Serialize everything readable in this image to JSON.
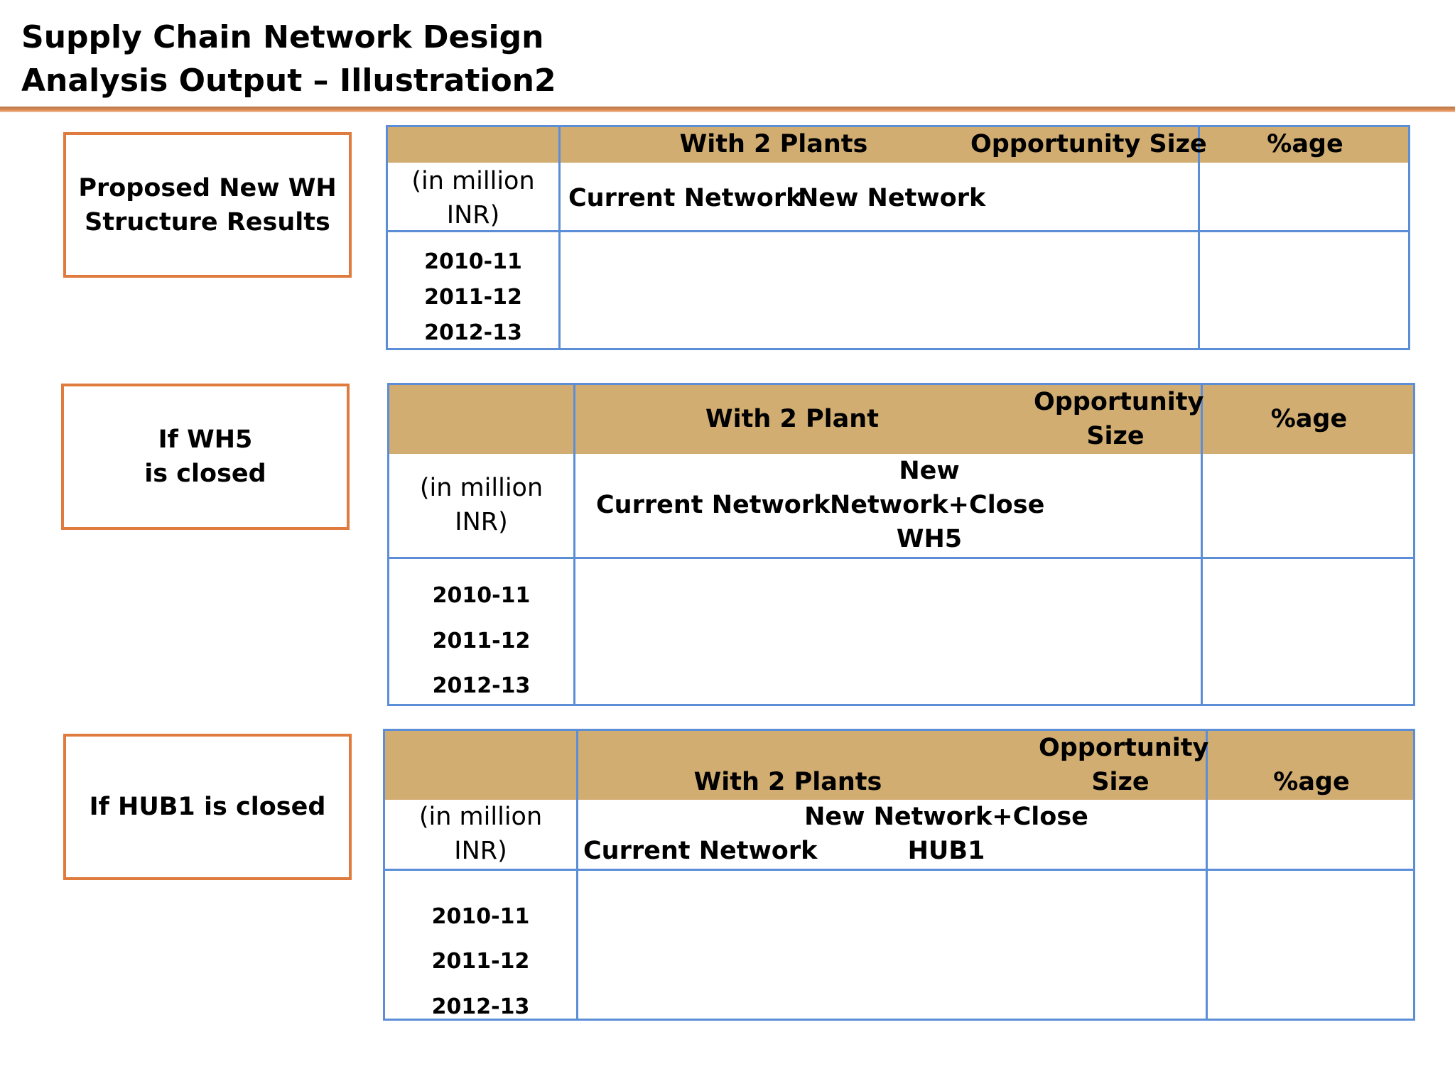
{
  "title": {
    "line1": "Supply Chain Network Design",
    "line2": "Analysis Output – Illustration2"
  },
  "sections": [
    {
      "label": "Proposed New WH\nStructure Results",
      "header": {
        "scenario": "With  2 Plants",
        "opportunity": "Opportunity Size",
        "percent": "%age"
      },
      "unit": "(in  million\nINR)",
      "current": "Current Network",
      "new": "New Network",
      "years": [
        "2010-11",
        "2011-12",
        "2012-13"
      ]
    },
    {
      "label": "If WH5\nis closed",
      "header": {
        "scenario": "With 2 Plant",
        "opportunity": "Opportunity\nSize",
        "percent": "%age"
      },
      "unit": "(in  million\nINR)",
      "current": "Current Network",
      "new": "New\nNetwork+Close\nWH5",
      "years": [
        "2010-11",
        "2011-12",
        "2012-13"
      ]
    },
    {
      "label": "If HUB1 is closed",
      "header": {
        "scenario": "With 2 Plants",
        "opportunity": "Opportunity\nSize",
        "percent": "%age"
      },
      "unit": "(in  million\nINR)",
      "current": "Current Network",
      "new": "New Network+Close\nHUB1",
      "years": [
        "2010-11",
        "2011-12",
        "2012-13"
      ]
    }
  ]
}
